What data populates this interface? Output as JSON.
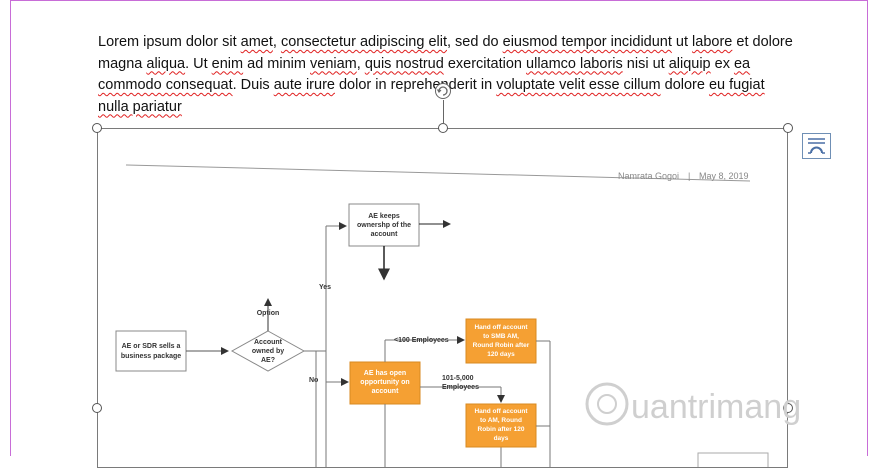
{
  "document": {
    "paragraph_segments": [
      {
        "t": "Lorem ipsum dolor sit ",
        "sq": false
      },
      {
        "t": "amet",
        "sq": true
      },
      {
        "t": ", ",
        "sq": false
      },
      {
        "t": "consectetur adipiscing elit",
        "sq": true
      },
      {
        "t": ", sed do ",
        "sq": false
      },
      {
        "t": "eiusmod tempor incididunt",
        "sq": true
      },
      {
        "t": " ut ",
        "sq": false
      },
      {
        "t": "labore",
        "sq": true
      },
      {
        "t": " et dolore magna ",
        "sq": false
      },
      {
        "t": "aliqua",
        "sq": true
      },
      {
        "t": ". Ut ",
        "sq": false
      },
      {
        "t": "enim",
        "sq": true
      },
      {
        "t": " ad minim ",
        "sq": false
      },
      {
        "t": "veniam",
        "sq": true
      },
      {
        "t": ", ",
        "sq": false
      },
      {
        "t": "quis nostrud",
        "sq": true
      },
      {
        "t": " exercitation ",
        "sq": false
      },
      {
        "t": "ullamco laboris",
        "sq": true
      },
      {
        "t": " nisi ut ",
        "sq": false
      },
      {
        "t": "aliquip",
        "sq": true
      },
      {
        "t": " ex ",
        "sq": false
      },
      {
        "t": "ea commodo consequat",
        "sq": true
      },
      {
        "t": ". Duis ",
        "sq": false
      },
      {
        "t": "aute irure",
        "sq": true
      },
      {
        "t": " dolor in reprehenderit in ",
        "sq": false
      },
      {
        "t": "voluptate velit esse cillum",
        "sq": true
      },
      {
        "t": " dolore ",
        "sq": false
      },
      {
        "t": "eu fugiat nulla pariatur",
        "sq": true
      }
    ]
  },
  "diagram": {
    "author": "Namrata Gogoi",
    "separator": "|",
    "date": "May 8, 2019",
    "nodes": {
      "start": [
        "AE or SDR sells a",
        "business package"
      ],
      "decision": [
        "Account",
        "owned by",
        "AE?"
      ],
      "option": "Option",
      "keeps": [
        "AE keeps",
        "ownershp of the",
        "account"
      ],
      "opportunity": [
        "AE has open",
        "opportunity on",
        "account"
      ],
      "smb": [
        "Hand off account",
        "to SMB AM,",
        "Round Robin after",
        "120 days"
      ],
      "am": [
        "Hand off account",
        "to AM, Round",
        "Robin after 120",
        "days"
      ]
    },
    "edges": {
      "yes": "Yes",
      "no": "No",
      "lt100": "<100 Employees",
      "range": [
        "101-5,000",
        "Employees"
      ]
    }
  },
  "watermark": {
    "text": "uantrimang"
  },
  "colors": {
    "orange": "#f5a033",
    "orange_border": "#d88a20",
    "squiggle": "#e02020",
    "page_edge": "#c86dd7"
  },
  "icons": {
    "rotate": "rotate-handle-icon",
    "layout": "layout-options-icon"
  }
}
